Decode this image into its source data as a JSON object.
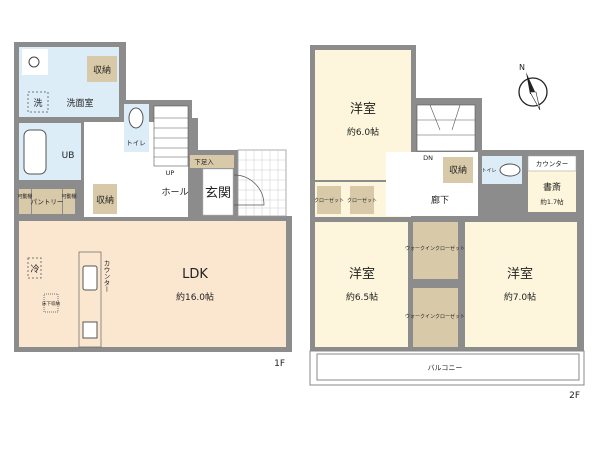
{
  "floor1": {
    "level": "1F",
    "rooms": {
      "washroom": "洗面室",
      "washer": "洗",
      "storage_wash": "収納",
      "bath": "UB",
      "toilet": "トイレ",
      "stairs_up": "UP",
      "hall": "ホール",
      "shoe_box": "下足入",
      "entrance": "玄関",
      "pantry": "パントリー",
      "shelf_left": "可動棚",
      "shelf_right": "可動棚",
      "storage_hall": "収納",
      "fridge": "冷",
      "underfloor": "床下収納",
      "counter": "カウンター",
      "ldk": "LDK",
      "ldk_size": "約16.0帖"
    }
  },
  "floor2": {
    "level": "2F",
    "rooms": {
      "bed1": "洋室",
      "bed1_size": "約6.0帖",
      "closet1": "クローゼット",
      "closet2": "クローゼット",
      "stairs_down": "DN",
      "storage": "収納",
      "toilet": "トイレ",
      "counter": "カウンター",
      "study": "書斎",
      "study_size": "約1.7帖",
      "hallway": "廊下",
      "wic1": "ウォークインクローゼット",
      "wic2": "ウォークインクローゼット",
      "bed2": "洋室",
      "bed2_size": "約6.5帖",
      "bed3": "洋室",
      "bed3_size": "約7.0帖",
      "balcony": "バルコニー"
    }
  },
  "compass": {
    "label": "N"
  },
  "colors": {
    "wall": "#8c8c8c",
    "ldk": "#fbe6cf",
    "bedroom": "#fdf6dc",
    "storage": "#d8c9a9",
    "wet": "#dcedf8",
    "hall": "#ffffff"
  }
}
